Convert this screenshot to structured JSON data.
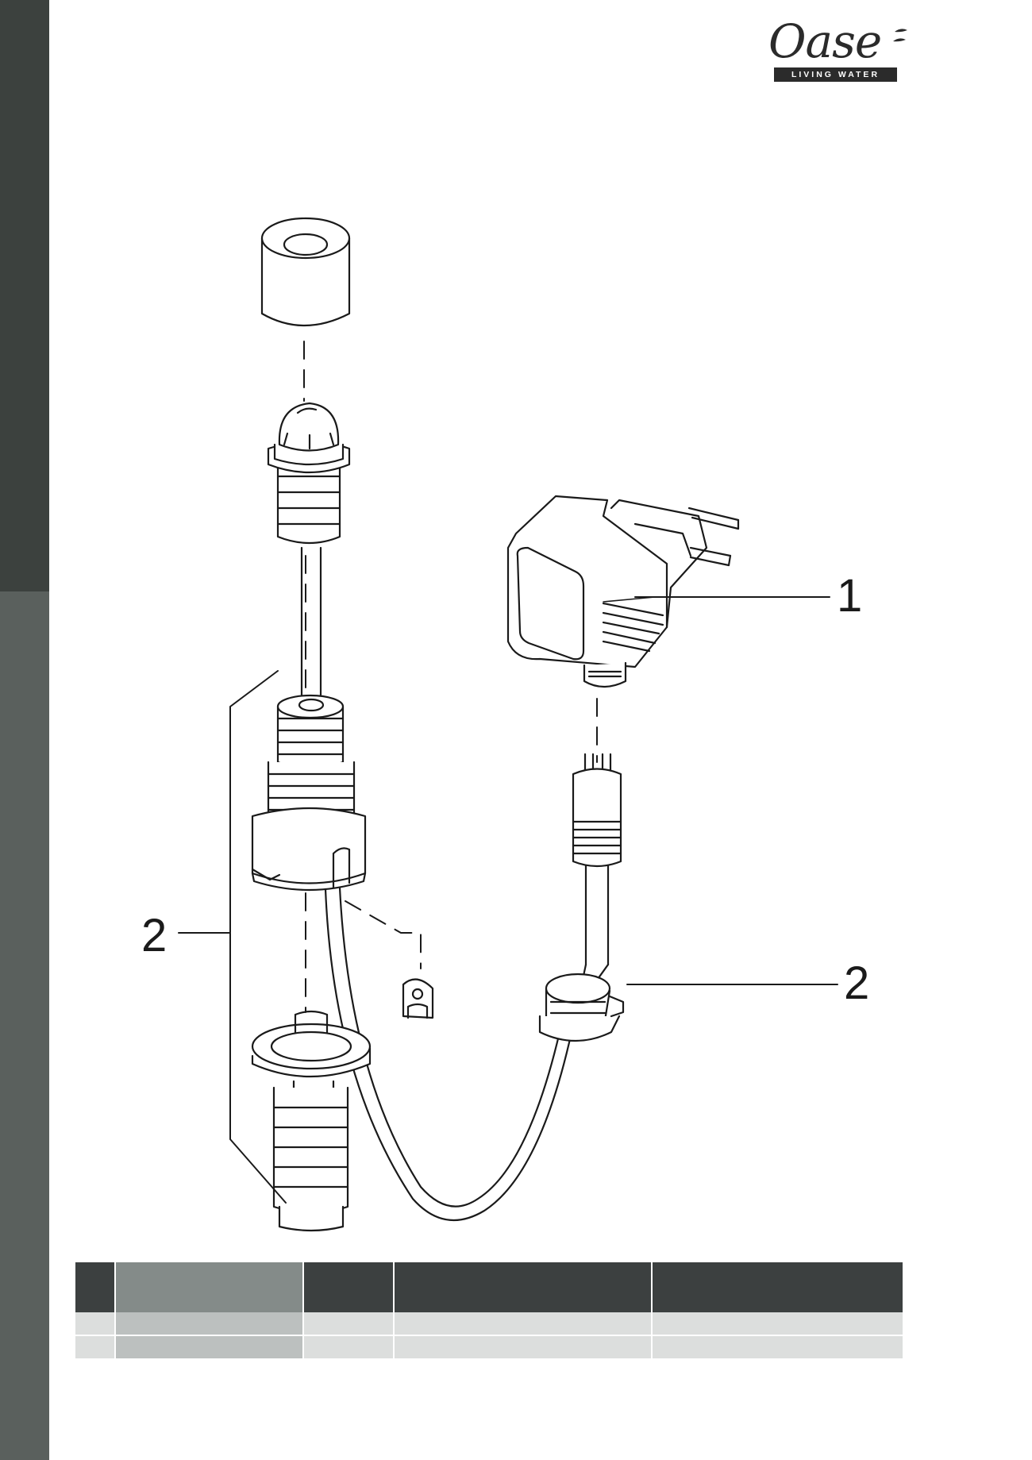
{
  "brand": {
    "name": "Oase",
    "tagline": "LIVING WATER"
  },
  "colors": {
    "sidebar_upper": "#3c413e",
    "sidebar_lower": "#5a605d",
    "table_header": "#3c4040",
    "table_header_shade": "#848b89",
    "table_row": "#dcdedd",
    "table_row_shade": "#bcc0bf",
    "line_art": "#1a1a1a"
  },
  "figure": {
    "callouts": [
      {
        "id": "transformer",
        "label": "1"
      },
      {
        "id": "hose-connector-set",
        "label": "2"
      },
      {
        "id": "cable-clip",
        "label": "2"
      }
    ]
  },
  "parts_table": {
    "rows": 2,
    "columns": 5,
    "header": [
      "",
      "",
      "",
      "",
      ""
    ],
    "cells": [
      [
        "",
        "",
        "",
        "",
        ""
      ],
      [
        "",
        "",
        "",
        "",
        ""
      ]
    ]
  }
}
